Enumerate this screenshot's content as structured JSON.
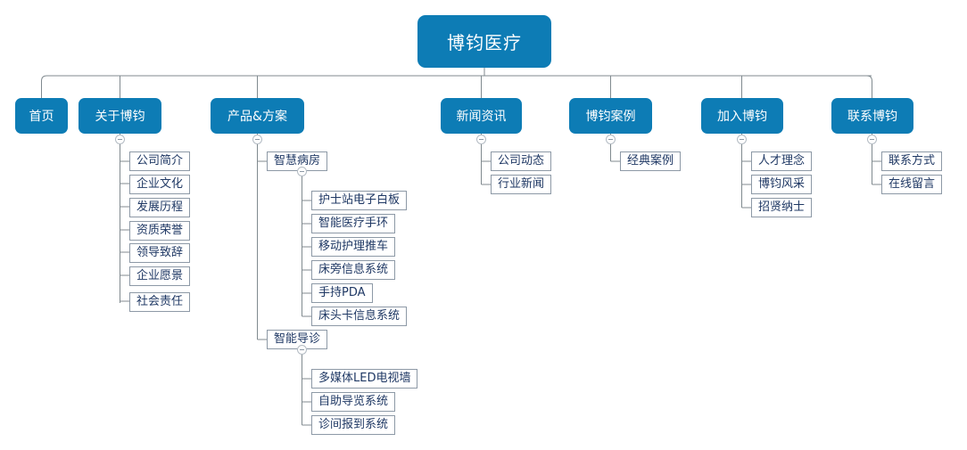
{
  "diagram": {
    "type": "site-map-tree",
    "title": "博钧医疗",
    "colors": {
      "node_blue": "#0d7cb5",
      "connector": "#808a8f",
      "box_border": "#8d99a6",
      "box_text": "#1f3864",
      "box_fill": "#ffffff",
      "page_background": "#ffffff"
    },
    "root": {
      "label": "博钧医疗"
    },
    "level2": [
      {
        "id": "home",
        "label": "首页",
        "has_handle": false
      },
      {
        "id": "about",
        "label": "关于博钧",
        "has_handle": true
      },
      {
        "id": "products",
        "label": "产品&方案",
        "has_handle": true
      },
      {
        "id": "news",
        "label": "新闻资讯",
        "has_handle": true
      },
      {
        "id": "cases",
        "label": "博钧案例",
        "has_handle": true
      },
      {
        "id": "join",
        "label": "加入博钧",
        "has_handle": true
      },
      {
        "id": "contact",
        "label": "联系博钧",
        "has_handle": true
      }
    ],
    "about_children": [
      {
        "label": "公司简介"
      },
      {
        "label": "企业文化"
      },
      {
        "label": "发展历程"
      },
      {
        "label": "资质荣誉"
      },
      {
        "label": "领导致辞"
      },
      {
        "label": "企业愿景"
      },
      {
        "label": "社会责任"
      }
    ],
    "products_children": [
      {
        "label": "智慧病房",
        "has_handle": true,
        "children": [
          {
            "label": "护士站电子白板"
          },
          {
            "label": "智能医疗手环"
          },
          {
            "label": "移动护理推车"
          },
          {
            "label": "床旁信息系统"
          },
          {
            "label": "手持PDA"
          },
          {
            "label": "床头卡信息系统"
          }
        ]
      },
      {
        "label": "智能导诊",
        "has_handle": true,
        "children": [
          {
            "label": "多媒体LED电视墙"
          },
          {
            "label": "自助导览系统"
          },
          {
            "label": "诊间报到系统"
          }
        ]
      }
    ],
    "news_children": [
      {
        "label": "公司动态"
      },
      {
        "label": "行业新闻"
      }
    ],
    "cases_children": [
      {
        "label": "经典案例"
      }
    ],
    "join_children": [
      {
        "label": "人才理念"
      },
      {
        "label": "博钧风采"
      },
      {
        "label": "招贤纳士"
      }
    ],
    "contact_children": [
      {
        "label": "联系方式"
      },
      {
        "label": "在线留言"
      }
    ]
  }
}
